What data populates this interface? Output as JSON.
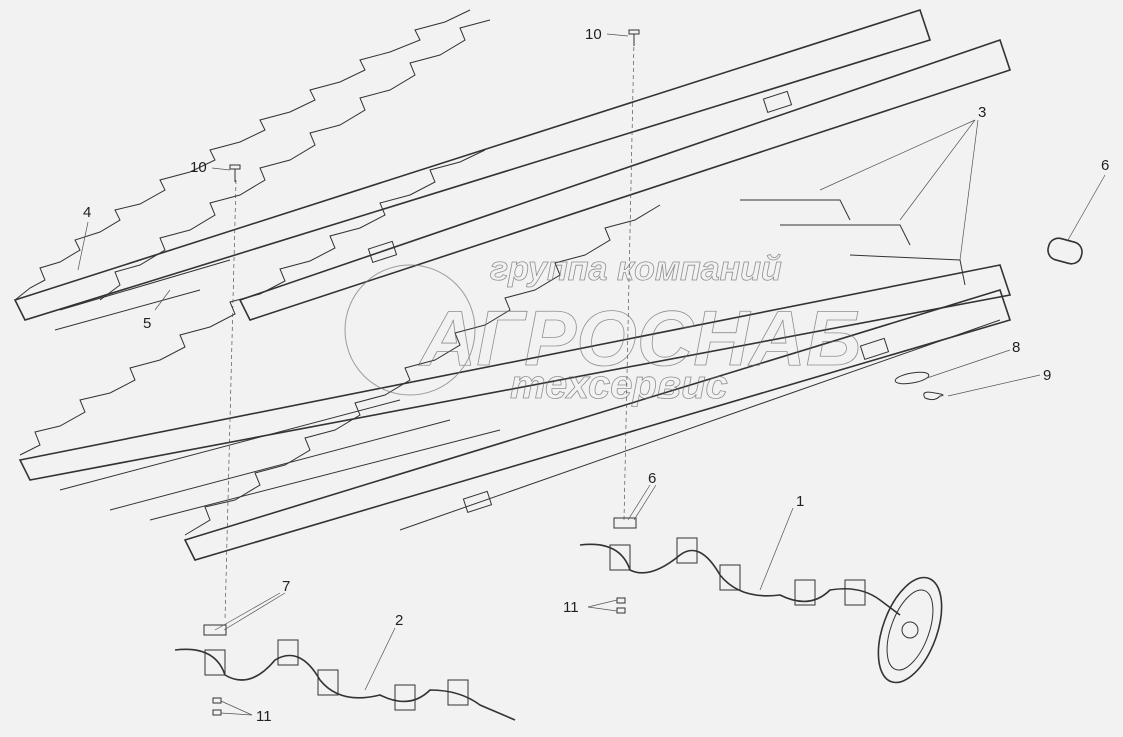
{
  "diagram": {
    "title": "",
    "callouts": [
      {
        "id": "1",
        "label": "1",
        "part": "drive shaft assembly with pulley"
      },
      {
        "id": "2",
        "label": "2",
        "part": "shaft assembly"
      },
      {
        "id": "3",
        "label": "3",
        "part": "toothed divider rail"
      },
      {
        "id": "4",
        "label": "4",
        "part": "toothed divider rail"
      },
      {
        "id": "5",
        "label": "5",
        "part": "seal"
      },
      {
        "id": "6",
        "label": "6",
        "part": "plate"
      },
      {
        "id": "7",
        "label": "7",
        "part": "plate"
      },
      {
        "id": "8",
        "label": "8",
        "part": "ring"
      },
      {
        "id": "9",
        "label": "9",
        "part": "retaining ring"
      },
      {
        "id": "10a",
        "label": "10",
        "part": "bolt"
      },
      {
        "id": "10b",
        "label": "10",
        "part": "bolt"
      },
      {
        "id": "11a",
        "label": "11",
        "part": "nut"
      },
      {
        "id": "11b",
        "label": "11",
        "part": "nut"
      }
    ],
    "watermark": {
      "line1": "группа компаний",
      "line2": "АГРОСНАБ",
      "line3": "техсервис"
    }
  }
}
